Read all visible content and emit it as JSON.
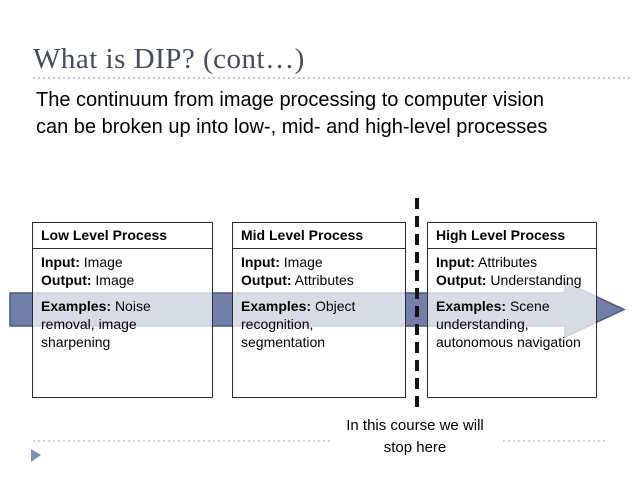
{
  "slide": {
    "title": "What is DIP? (cont…)",
    "intro": "The continuum from image processing to computer vision can be broken up into low-, mid- and high-level processes",
    "caption": {
      "line1": "In this course we will",
      "line2": "stop here"
    }
  },
  "labels": {
    "input": "Input:",
    "output": "Output:",
    "examples": "Examples:"
  },
  "boxes": [
    {
      "header": "Low Level Process",
      "input": "Image",
      "output": "Image",
      "examples": "Noise removal, image sharpening"
    },
    {
      "header": "Mid Level Process",
      "input": "Image",
      "output": "Attributes",
      "examples": "Object recognition, segmentation"
    },
    {
      "header": "High Level Process",
      "input": "Attributes",
      "output": "Understanding",
      "examples": "Scene understanding, autonomous navigation"
    }
  ],
  "colors": {
    "arrow_fill": "#7280a9",
    "arrow_stroke": "#4a5780",
    "title_text": "#454b5e",
    "dotted_rule": "#bcc9db",
    "dashed_line": "#141414",
    "footer_rule": "#ccd4e1",
    "footer_marker": "#7d90b5"
  }
}
